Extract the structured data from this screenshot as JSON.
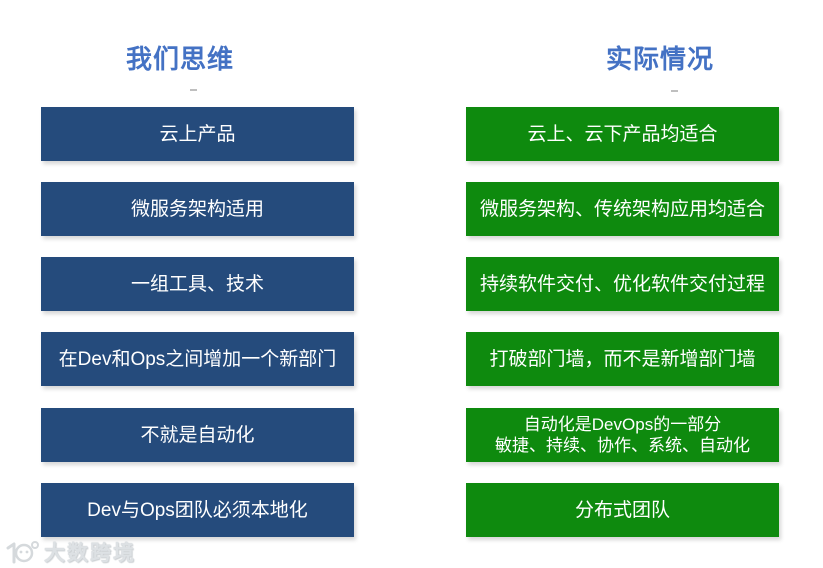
{
  "colors": {
    "box_blue": "#254b7c",
    "box_green": "#0e8a0e",
    "title_blue": "#4472c4",
    "watermark_gray": "#dde1e4"
  },
  "columns": [
    {
      "title": "我们思维",
      "items": [
        "云上产品",
        "微服务架构适用",
        "一组工具、技术",
        "在Dev和Ops之间增加一个新部门",
        "不就是自动化",
        "Dev与Ops团队必须本地化"
      ]
    },
    {
      "title": "实际情况",
      "items": [
        "云上、云下产品均适合",
        "微服务架构、传统架构应用均适合",
        "持续软件交付、优化软件交付过程",
        "打破部门墙，而不是新增部门墙",
        "自动化是DevOps的一部分\n敏捷、持续、协作、系统、自动化",
        "分布式团队"
      ]
    }
  ],
  "watermark": {
    "text": "大数跨境",
    "logo": "dashu-kuajing-smiley-logo"
  }
}
